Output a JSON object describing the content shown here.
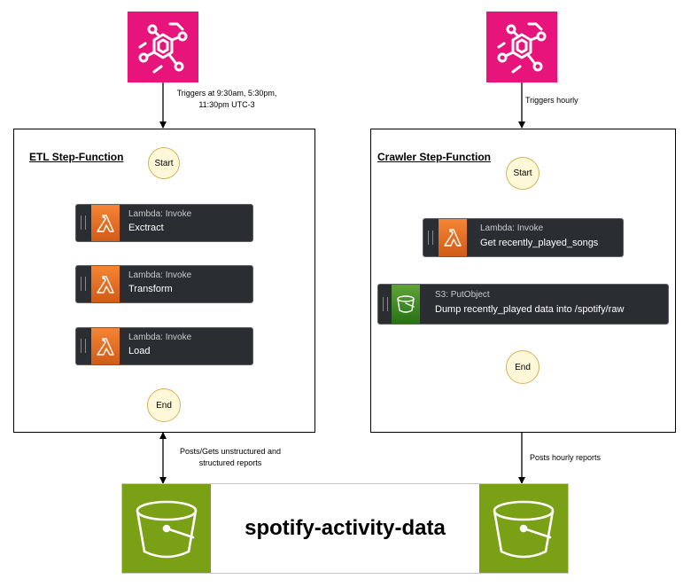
{
  "triggers": [
    {
      "label_line1": "Triggers at 9:30am, 5:30pm,",
      "label_line2": "11:30pm UTC-3"
    },
    {
      "label": "Triggers hourly"
    }
  ],
  "etl": {
    "title": "ETL Step-Function",
    "start": "Start",
    "end": "End",
    "states": [
      {
        "type": "Lambda: Invoke",
        "name": "Exctract"
      },
      {
        "type": "Lambda: Invoke",
        "name": "Transform"
      },
      {
        "type": "Lambda: Invoke",
        "name": "Load"
      }
    ]
  },
  "crawler": {
    "title": "Crawler Step-Function",
    "start": "Start",
    "end": "End",
    "states": [
      {
        "type": "Lambda: Invoke",
        "name": "Get recently_played_songs"
      },
      {
        "type": "S3: PutObject",
        "name": "Dump recently_played data into /spotify/raw"
      }
    ]
  },
  "edges": {
    "etl_bucket_line1": "Posts/Gets unstructured and",
    "etl_bucket_line2": "structured reports",
    "crawler_bucket": "Posts hourly reports"
  },
  "bucket": {
    "title": "spotify-activity-data"
  },
  "colors": {
    "eventbridge": "#e7157b",
    "lambda": "#ed7100",
    "s3": "#7aa116",
    "state_bg": "#2a2e33",
    "start_end_fill": "#fff8d8"
  },
  "icons": [
    "eventbridge-icon",
    "lambda-icon",
    "s3-bucket-icon"
  ]
}
